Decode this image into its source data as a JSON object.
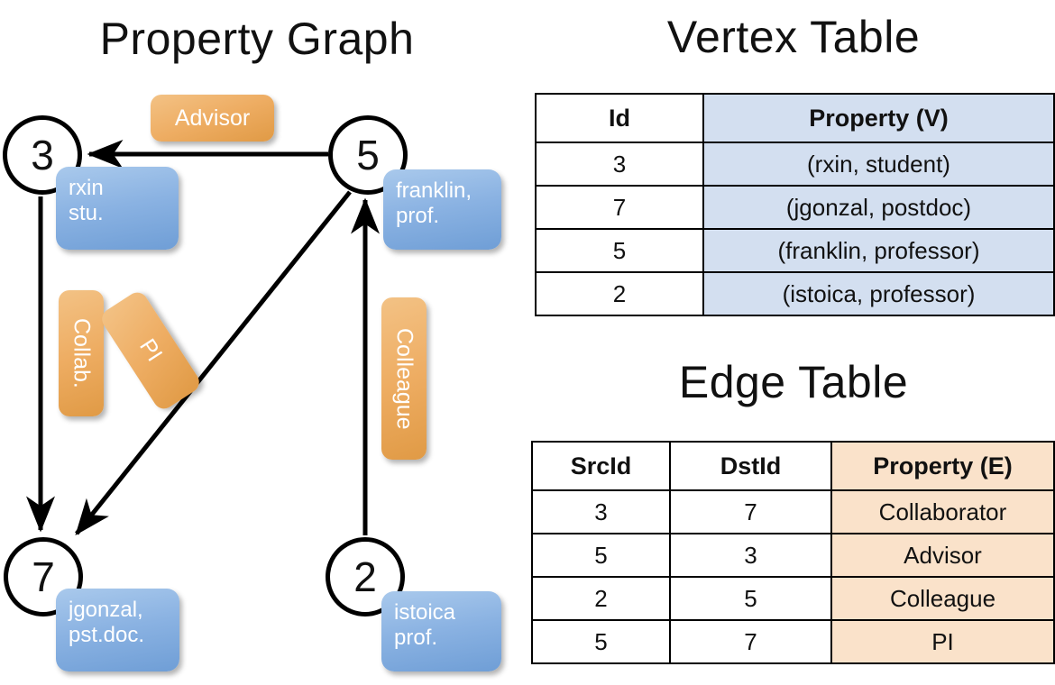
{
  "titles": {
    "property_graph": "Property Graph",
    "vertex_table": "Vertex Table",
    "edge_table": "Edge Table"
  },
  "graph": {
    "nodes": [
      {
        "id": "3",
        "property_lines": "rxin\nstu."
      },
      {
        "id": "5",
        "property_lines": "franklin,\nprof."
      },
      {
        "id": "7",
        "property_lines": "jgonzal,\npst.doc."
      },
      {
        "id": "2",
        "property_lines": "istoica\nprof."
      }
    ],
    "node_labels": {
      "n3": "3",
      "n5": "5",
      "n7": "7",
      "n2": "2"
    },
    "property_boxes": {
      "rxin_line1": "rxin",
      "rxin_line2": "stu.",
      "franklin_line1": "franklin,",
      "franklin_line2": "prof.",
      "jgonzal_line1": "jgonzal,",
      "jgonzal_line2": "pst.doc.",
      "istoica_line1": "istoica",
      "istoica_line2": "prof."
    },
    "edge_labels": {
      "advisor": "Advisor",
      "collab": "Collab.",
      "pi": "PI",
      "colleague": "Colleague"
    },
    "edges": [
      {
        "from": "5",
        "to": "3",
        "label": "Advisor"
      },
      {
        "from": "3",
        "to": "7",
        "label": "Collab."
      },
      {
        "from": "5",
        "to": "7",
        "label": "PI"
      },
      {
        "from": "2",
        "to": "5",
        "label": "Colleague"
      }
    ]
  },
  "vertex_table": {
    "headers": [
      "Id",
      "Property (V)"
    ],
    "rows": [
      {
        "id": "3",
        "property": "(rxin, student)"
      },
      {
        "id": "7",
        "property": "(jgonzal, postdoc)"
      },
      {
        "id": "5",
        "property": "(franklin, professor)"
      },
      {
        "id": "2",
        "property": "(istoica, professor)"
      }
    ]
  },
  "edge_table": {
    "headers": [
      "SrcId",
      "DstId",
      "Property (E)"
    ],
    "rows": [
      {
        "src": "3",
        "dst": "7",
        "property": "Collaborator"
      },
      {
        "src": "5",
        "dst": "3",
        "property": "Advisor"
      },
      {
        "src": "2",
        "dst": "5",
        "property": "Colleague"
      },
      {
        "src": "5",
        "dst": "7",
        "property": "PI"
      }
    ]
  },
  "colors": {
    "vertex_property_fill": "#d3dff0",
    "edge_property_fill": "#fae2ca",
    "node_box_blue": "#8ab2e2",
    "edge_label_orange": "#eead63",
    "background": "#ffffff",
    "stroke": "#000000"
  }
}
